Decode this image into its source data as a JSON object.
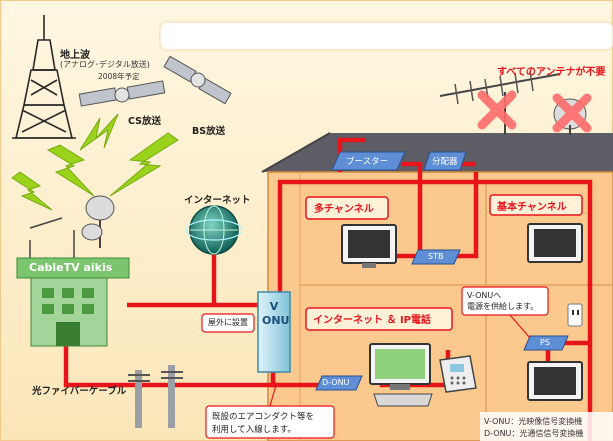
{
  "top_banner": "",
  "broadcast": {
    "terrestrial_title": "地上波",
    "terrestrial_sub": "(アナログ･デジタル放送)",
    "terrestrial_year": "2008年予定",
    "cs_label": "CS放送",
    "bs_label": "BS放送"
  },
  "internet_label": "インターネット",
  "antenna_not_needed": "すべてのアンテナが不要",
  "station_name": "CableTV aikis",
  "fiber_cable": "光ファイバーケーブル",
  "outdoor_install": "屋外に設置",
  "existing_duct_note": [
    "既設のエアコンダクト等を",
    "利用して入線します。"
  ],
  "devices": {
    "booster": "ブースター",
    "splitter": "分配器",
    "stb": "STB",
    "ps": "PS",
    "d_onu": "D-ONU",
    "v_onu": "V\nONU"
  },
  "rooms": {
    "multi_channel": "多チャンネル",
    "basic_channel": "基本チャンネル",
    "internet_ip_phone": "インターネット ＆ IP電話"
  },
  "power_note": [
    "V-ONUへ",
    "電源を供給します。"
  ],
  "legend": [
    "V-ONU：光映像信号変換機",
    "D-ONU：光通信信号変換機"
  ],
  "colors": {
    "cable_red": "#e8141b",
    "roof": "#5d5d66",
    "wall": "#fbc98e",
    "title_red": "#e8141b"
  }
}
